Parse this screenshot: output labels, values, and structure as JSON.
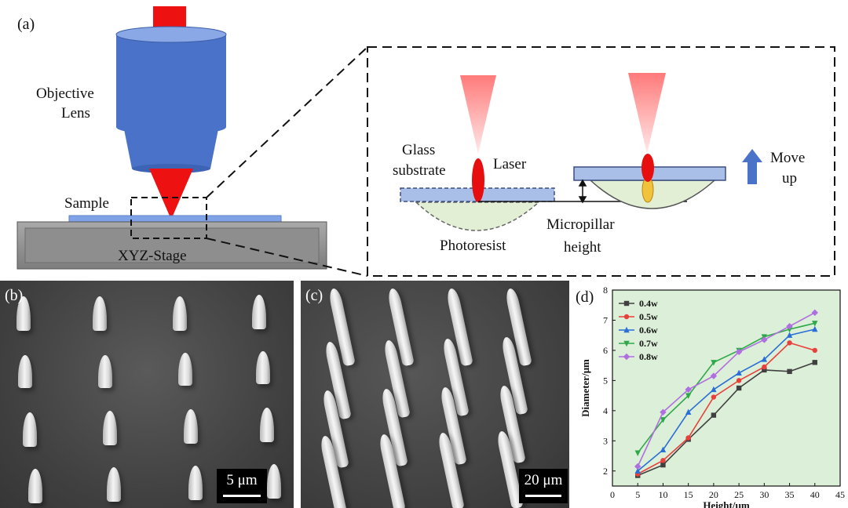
{
  "panels": {
    "a": "(a)",
    "b": "(b)",
    "c": "(c)",
    "d": "(d)"
  },
  "schematic": {
    "objective_label_1": "Objective",
    "objective_label_2": "Lens",
    "sample_label": "Sample",
    "stage_label": "XYZ-Stage",
    "glass_label_1": "Glass",
    "glass_label_2": "substrate",
    "laser_label": "Laser",
    "photoresist_label": "Photoresist",
    "micropillar_label_1": "Micropillar",
    "micropillar_label_2": "height",
    "moveup_label_1": "Move",
    "moveup_label_2": "up"
  },
  "sem": {
    "b_scale": "5 μm",
    "c_scale": "20 μm"
  },
  "chart_data": {
    "type": "line",
    "xlabel": "Height/μm",
    "ylabel": "Diameter/μm",
    "xlim": [
      0,
      45
    ],
    "ylim": [
      1.5,
      8
    ],
    "x_ticks": [
      "0",
      "5",
      "10",
      "15",
      "20",
      "25",
      "30",
      "35",
      "40",
      "45"
    ],
    "y_ticks": [
      "2",
      "3",
      "4",
      "5",
      "6",
      "7",
      "8"
    ],
    "x": [
      5,
      10,
      15,
      20,
      25,
      30,
      35,
      40
    ],
    "legend_placement": "top-left",
    "background": "#dcefd8",
    "series": [
      {
        "name": "0.4w",
        "color": "#404040",
        "marker": "square",
        "values": [
          1.85,
          2.2,
          3.05,
          3.85,
          4.75,
          5.35,
          5.3,
          5.6
        ]
      },
      {
        "name": "0.5w",
        "color": "#e8413b",
        "marker": "circle",
        "values": [
          1.9,
          2.35,
          3.1,
          4.45,
          5.0,
          5.45,
          6.25,
          6.0
        ]
      },
      {
        "name": "0.6w",
        "color": "#2a6fd6",
        "marker": "triangle-up",
        "values": [
          2.0,
          2.7,
          3.95,
          4.7,
          5.25,
          5.7,
          6.5,
          6.7
        ]
      },
      {
        "name": "0.7w",
        "color": "#2fa84a",
        "marker": "triangle-down",
        "values": [
          2.6,
          3.7,
          4.5,
          5.6,
          6.0,
          6.45,
          6.7,
          6.9
        ]
      },
      {
        "name": "0.8w",
        "color": "#b06fe0",
        "marker": "diamond",
        "values": [
          2.15,
          3.95,
          4.7,
          5.15,
          5.95,
          6.35,
          6.8,
          7.25
        ]
      }
    ]
  }
}
